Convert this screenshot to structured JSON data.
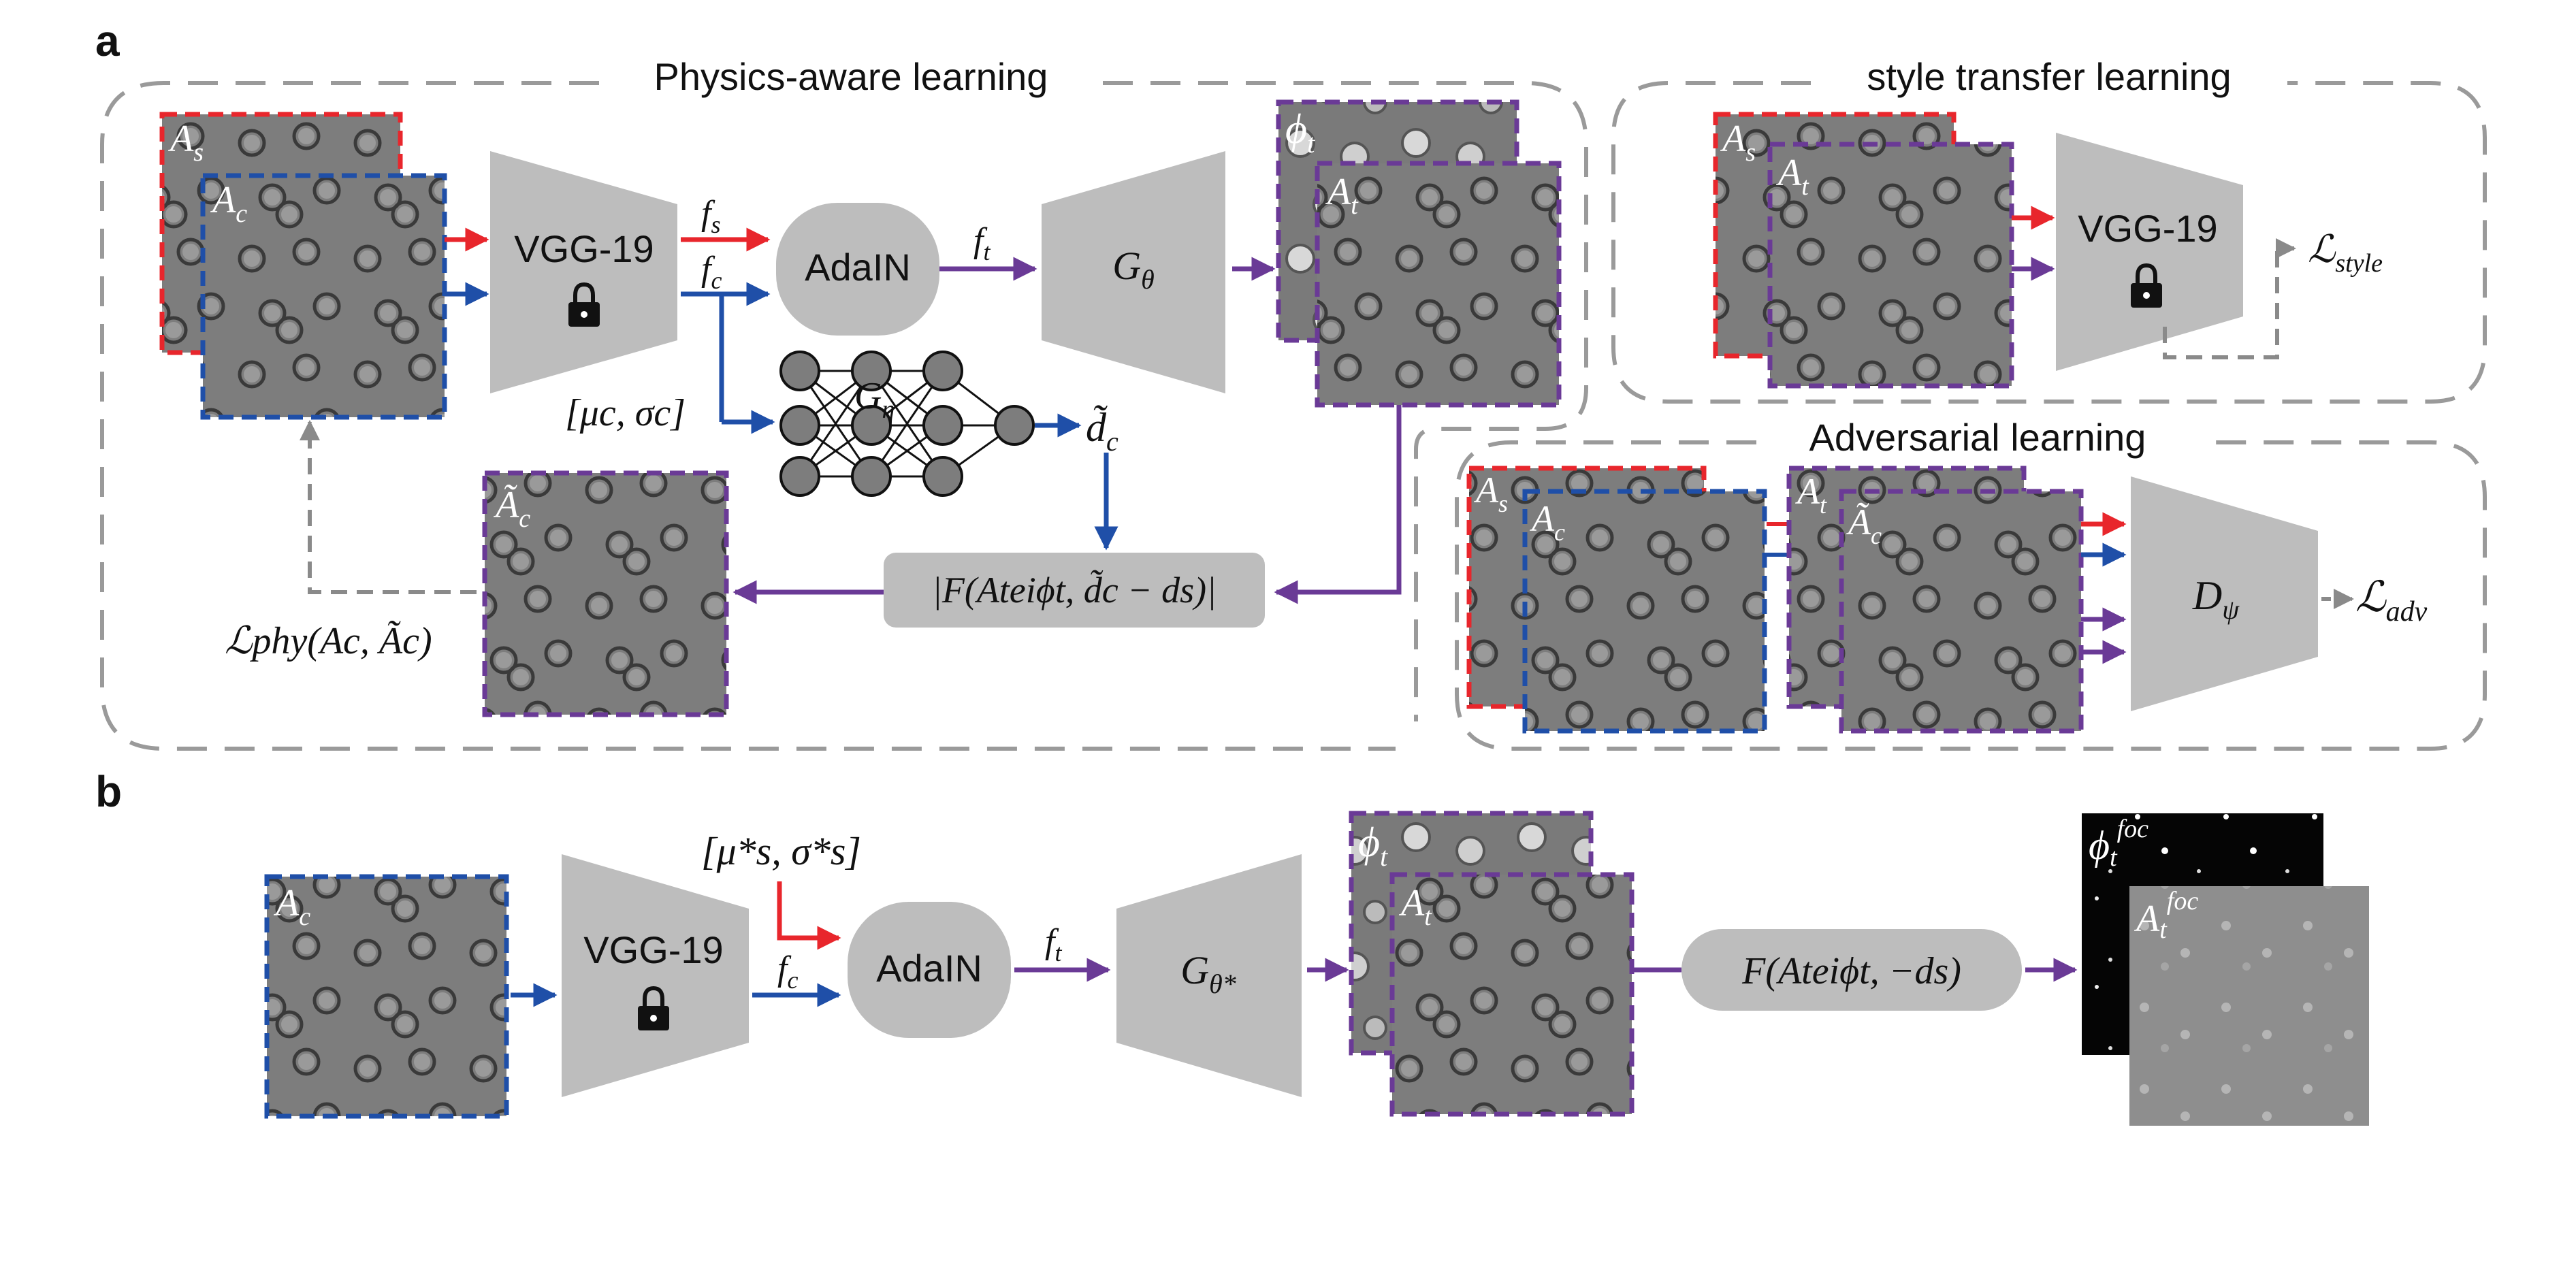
{
  "panels": {
    "a": "a",
    "b": "b"
  },
  "sections": {
    "physics": "Physics-aware learning",
    "style": "style transfer learning",
    "adversarial": "Adversarial learning"
  },
  "blocks": {
    "vgg": "VGG-19",
    "adain": "AdaIN"
  },
  "colors": {
    "red": "#e8262c",
    "blue": "#1f4fa8",
    "purple": "#6a3a96",
    "gray_block": "#bdbdbd",
    "dash_gray": "#9a9a9a",
    "image_gray": "#7d7d7d"
  },
  "icons": {
    "lock": "lock-icon"
  },
  "math": {
    "A_s": "A",
    "A_s_sub": "s",
    "A_c": "A",
    "A_c_sub": "c",
    "A_t": "A",
    "A_t_sub": "t",
    "phi_t": "ϕ",
    "phi_t_sub": "t",
    "f_s": "f",
    "f_s_sub": "s",
    "f_c": "f",
    "f_c_sub": "c",
    "f_t": "f",
    "f_t_sub": "t",
    "G_theta": "G",
    "G_theta_sub": "θ",
    "G_eta": "G",
    "G_eta_sub": "η",
    "mu_sigma_c": "[μc, σc]",
    "d_c_tilde": "d̃",
    "d_c_tilde_sub": "c",
    "A_c_tilde": "Ã",
    "A_c_tilde_sub": "c",
    "propagation_a": "|F(Ateiϕt, d̃c − ds)|",
    "L_phy": "ℒphy(Ac, Ãc)",
    "L_style": "ℒ",
    "L_style_sub": "style",
    "D_psi": "D",
    "D_psi_sub": "ψ",
    "L_adv": "ℒ",
    "L_adv_sub": "adv",
    "mu_sigma_s_star": "[μ*s, σ*s]",
    "G_theta_star": "G",
    "G_theta_star_sub": "θ*",
    "propagation_b": "F(Ateiϕt, −ds)",
    "phi_foc": "ϕ",
    "phi_foc_sub": "t",
    "phi_foc_sup": "foc",
    "A_foc": "A",
    "A_foc_sub": "t",
    "A_foc_sup": "foc"
  }
}
